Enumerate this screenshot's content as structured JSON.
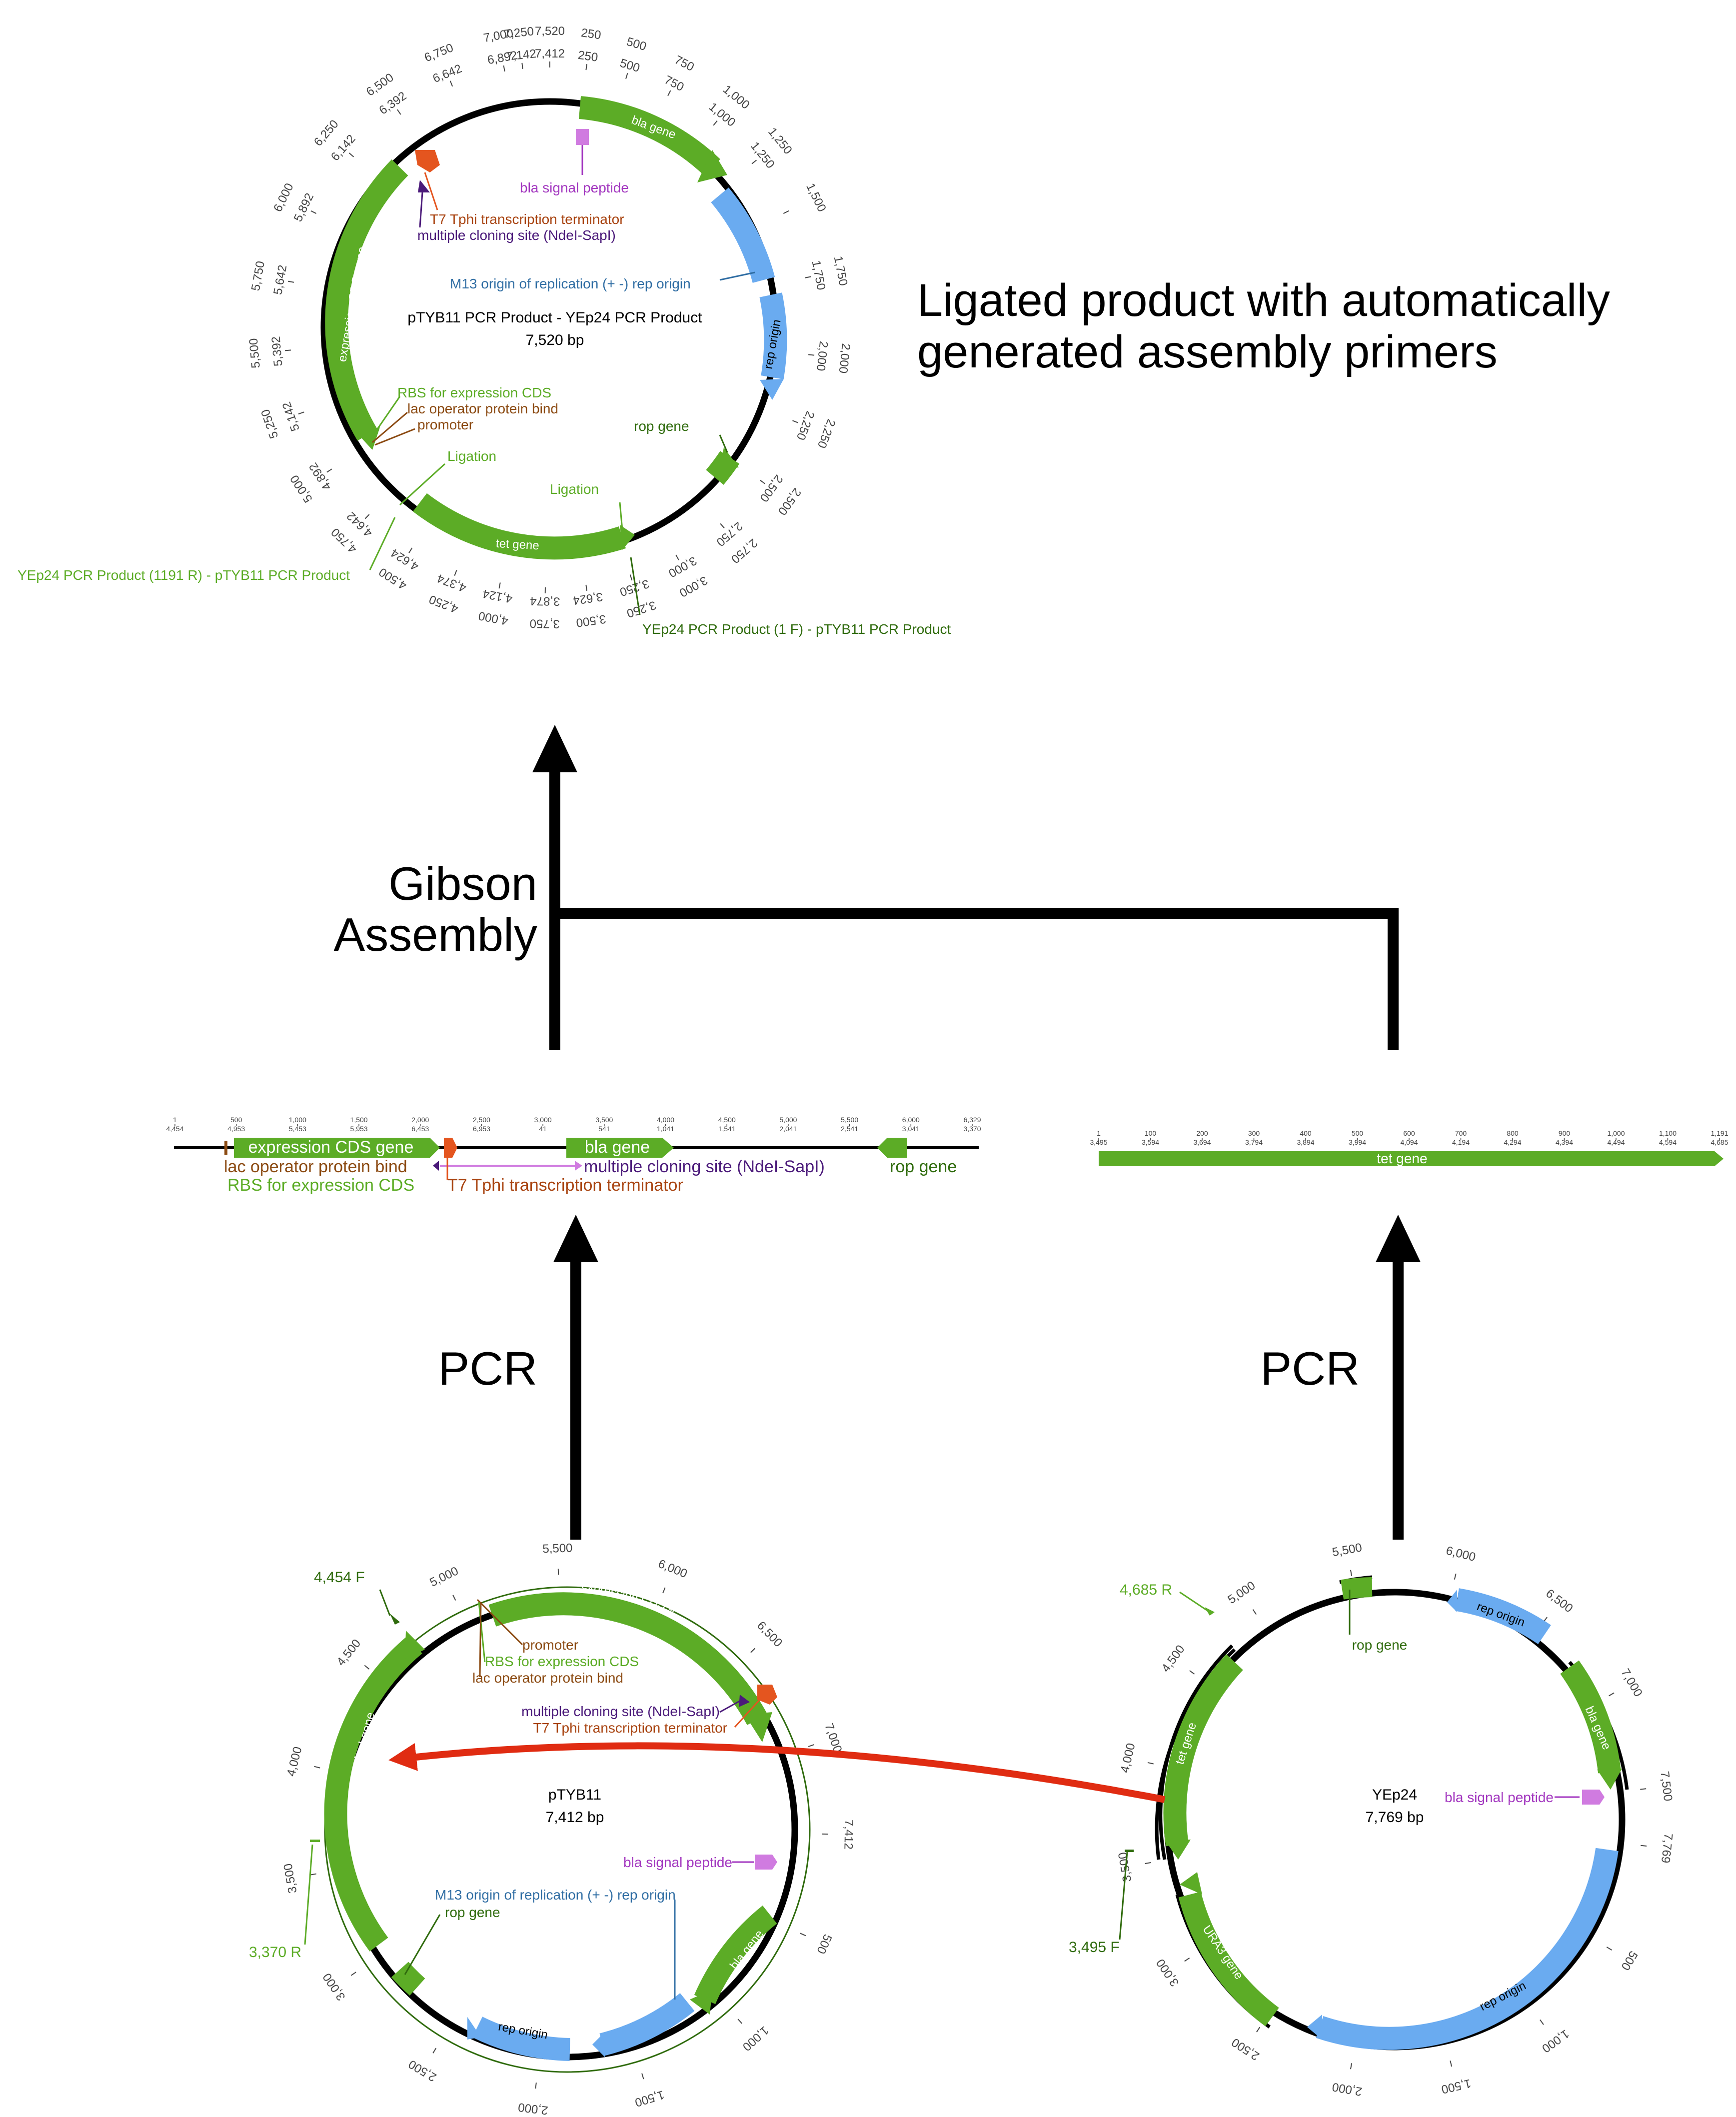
{
  "colors": {
    "green": "#5cac26",
    "dark_green": "#2f6b0d",
    "blue": "#6aabf0",
    "blue_text": "#2f6da3",
    "purple": "#a236bf",
    "dark_purple": "#4b1a7a",
    "orange": "#e4551f",
    "brown": "#8b4a12",
    "red": "#e02c12",
    "black": "#000000",
    "tick_text": "#444444"
  },
  "heading": {
    "line1": "Ligated product with automatically",
    "line2": "generated assembly primers"
  },
  "steps": {
    "gibson_line1": "Gibson",
    "gibson_line2": "Assembly",
    "pcr_left": "PCR",
    "pcr_right": "PCR"
  },
  "product": {
    "name": "pTYB11 PCR Product - YEp24 PCR Product",
    "size": "7,520 bp",
    "features": {
      "bla_gene": "bla gene",
      "bla_signal_peptide": "bla signal peptide",
      "t7": "T7 Tphi transcription terminator",
      "mcs": "multiple cloning site (NdeI-SapI)",
      "m13": "M13 origin of replication (+ -) rep origin",
      "rep_origin": "rep origin",
      "expression_cds": "expression CDS gene",
      "rbs": "RBS for expression CDS",
      "lac_op": "lac operator protein bind",
      "promoter": "promoter",
      "rop": "rop gene",
      "ligation1": "Ligation",
      "ligation2": "Ligation",
      "tet": "tet gene",
      "primer1": "YEp24 PCR Product (1191 R) - pTYB11 PCR Product",
      "primer2": "YEp24 PCR Product (1 F) - pTYB11 PCR Product"
    },
    "ticks": [
      {
        "a": -6,
        "o": "7,250",
        "i": "7,142"
      },
      {
        "a": 0,
        "o": "7,520",
        "i": "7,412"
      },
      {
        "a": 8,
        "o": "250",
        "i": "250"
      },
      {
        "a": 17,
        "o": "500",
        "i": "500"
      },
      {
        "a": 27,
        "o": "750",
        "i": "750"
      },
      {
        "a": 39,
        "o": "1,000",
        "i": "1,000"
      },
      {
        "a": 51,
        "o": "1,250",
        "i": "1,250"
      },
      {
        "a": 64,
        "o": "1,500",
        "i": ""
      },
      {
        "a": 79,
        "o": "1,750",
        "i": "1,750"
      },
      {
        "a": 96,
        "o": "2,000",
        "i": "2,000"
      },
      {
        "a": 111,
        "o": "2,250",
        "i": "2,250"
      },
      {
        "a": 126,
        "o": "2,500",
        "i": "2,500"
      },
      {
        "a": 139,
        "o": "2,750",
        "i": "2,750"
      },
      {
        "a": 151,
        "o": "3,000",
        "i": "3,000"
      },
      {
        "a": 162,
        "o": "3,250",
        "i": "3,250"
      },
      {
        "a": 172,
        "o": "3,500",
        "i": "3,624"
      },
      {
        "a": 181,
        "o": "3,750",
        "i": "3,874"
      },
      {
        "a": 191,
        "o": "4,000",
        "i": "4,124"
      },
      {
        "a": 201,
        "o": "4,250",
        "i": "4,374"
      },
      {
        "a": 212,
        "o": "4,500",
        "i": "4,624"
      },
      {
        "a": 224,
        "o": "4,750",
        "i": "4,642"
      },
      {
        "a": 237,
        "o": "5,000",
        "i": "4,892"
      },
      {
        "a": 251,
        "o": "5,250",
        "i": "5,142"
      },
      {
        "a": 265,
        "o": "5,500",
        "i": "5,392"
      },
      {
        "a": 280,
        "o": "5,750",
        "i": "5,642"
      },
      {
        "a": 296,
        "o": "6,000",
        "i": "5,892"
      },
      {
        "a": 311,
        "o": "6,250",
        "i": "6,142"
      },
      {
        "a": 325,
        "o": "6,500",
        "i": "6,392"
      },
      {
        "a": 338,
        "o": "6,750",
        "i": "6,642"
      },
      {
        "a": 350,
        "o": "7,000",
        "i": "6,892"
      }
    ]
  },
  "linear_left": {
    "features": {
      "expression_cds": "expression CDS gene",
      "bla": "bla gene",
      "lac_op": "lac operator protein bind",
      "rbs": "RBS for expression CDS",
      "mcs": "multiple cloning site (NdeI-SapI)",
      "t7": "T7 Tphi transcription terminator",
      "rop": "rop gene"
    },
    "ticks": [
      {
        "o": "1",
        "i": "4,454"
      },
      {
        "o": "500",
        "i": "4,953"
      },
      {
        "o": "1,000",
        "i": "5,453"
      },
      {
        "o": "1,500",
        "i": "5,953"
      },
      {
        "o": "2,000",
        "i": "6,453"
      },
      {
        "o": "2,500",
        "i": "6,953"
      },
      {
        "o": "3,000",
        "i": "41"
      },
      {
        "o": "3,500",
        "i": "541"
      },
      {
        "o": "4,000",
        "i": "1,041"
      },
      {
        "o": "4,500",
        "i": "1,541"
      },
      {
        "o": "5,000",
        "i": "2,041"
      },
      {
        "o": "5,500",
        "i": "2,541"
      },
      {
        "o": "6,000",
        "i": "3,041"
      },
      {
        "o": "6,329",
        "i": "3,370"
      }
    ]
  },
  "linear_right": {
    "features": {
      "tet": "tet gene"
    },
    "ticks": [
      {
        "o": "1",
        "i": "3,495"
      },
      {
        "o": "100",
        "i": "3,594"
      },
      {
        "o": "200",
        "i": "3,694"
      },
      {
        "o": "300",
        "i": "3,794"
      },
      {
        "o": "400",
        "i": "3,894"
      },
      {
        "o": "500",
        "i": "3,994"
      },
      {
        "o": "600",
        "i": "4,094"
      },
      {
        "o": "700",
        "i": "4,194"
      },
      {
        "o": "800",
        "i": "4,294"
      },
      {
        "o": "900",
        "i": "4,394"
      },
      {
        "o": "1,000",
        "i": "4,494"
      },
      {
        "o": "1,100",
        "i": "4,594"
      },
      {
        "o": "1,191",
        "i": "4,685"
      }
    ]
  },
  "ptyb11": {
    "name": "pTYB11",
    "size": "7,412 bp",
    "primer_f": "4,454 F",
    "primer_r": "3,370 R",
    "features": {
      "expression_cds": "expression CDS gene",
      "promoter": "promoter",
      "rbs": "RBS for expression CDS",
      "lac_op": "lac operator protein bind",
      "mcs": "multiple cloning site (NdeI-SapI)",
      "t7": "T7 Tphi transcription terminator",
      "laci": "lacI gene",
      "bla_signal": "bla signal peptide",
      "m13": "M13 origin of replication (+ -) rep origin",
      "rop": "rop gene",
      "bla": "bla gene",
      "rep_origin": "rep origin"
    },
    "ticks": [
      {
        "a": -26,
        "t": "5,000"
      },
      {
        "a": -2,
        "t": "5,500"
      },
      {
        "a": 22,
        "t": "6,000"
      },
      {
        "a": 46,
        "t": "6,500"
      },
      {
        "a": 71,
        "t": "7,000"
      },
      {
        "a": 91,
        "t": "7,412"
      },
      {
        "a": 114,
        "t": "500"
      },
      {
        "a": 138,
        "t": "1,000"
      },
      {
        "a": 163,
        "t": "1,500"
      },
      {
        "a": 187,
        "t": "2,000"
      },
      {
        "a": 211,
        "t": "2,500"
      },
      {
        "a": 236,
        "t": "3,000"
      },
      {
        "a": 260,
        "t": "3,500"
      },
      {
        "a": 284,
        "t": "4,000"
      },
      {
        "a": 309,
        "t": "4,500"
      }
    ]
  },
  "yep24": {
    "name": "YEp24",
    "size": "7,769 bp",
    "primer_r": "4,685 R",
    "primer_f": "3,495 F",
    "features": {
      "rop": "rop gene",
      "rep_origin_top": "rep origin",
      "bla": "bla gene",
      "bla_signal": "bla signal peptide",
      "tet": "tet gene",
      "ura3": "URA3 gene",
      "rep_origin_bottom": "rep origin"
    },
    "ticks": [
      {
        "a": -34,
        "t": "5,000"
      },
      {
        "a": -10,
        "t": "5,500"
      },
      {
        "a": 14,
        "t": "6,000"
      },
      {
        "a": 37,
        "t": "6,500"
      },
      {
        "a": 60,
        "t": "7,000"
      },
      {
        "a": 83,
        "t": "7,500"
      },
      {
        "a": 96,
        "t": "7,769"
      },
      {
        "a": 121,
        "t": "500"
      },
      {
        "a": 144,
        "t": "1,000"
      },
      {
        "a": 167,
        "t": "1,500"
      },
      {
        "a": 190,
        "t": "2,000"
      },
      {
        "a": 213,
        "t": "2,500"
      },
      {
        "a": 236,
        "t": "3,000"
      },
      {
        "a": 260,
        "t": "3,500"
      },
      {
        "a": 283,
        "t": "4,000"
      },
      {
        "a": 306,
        "t": "4,500"
      }
    ]
  }
}
